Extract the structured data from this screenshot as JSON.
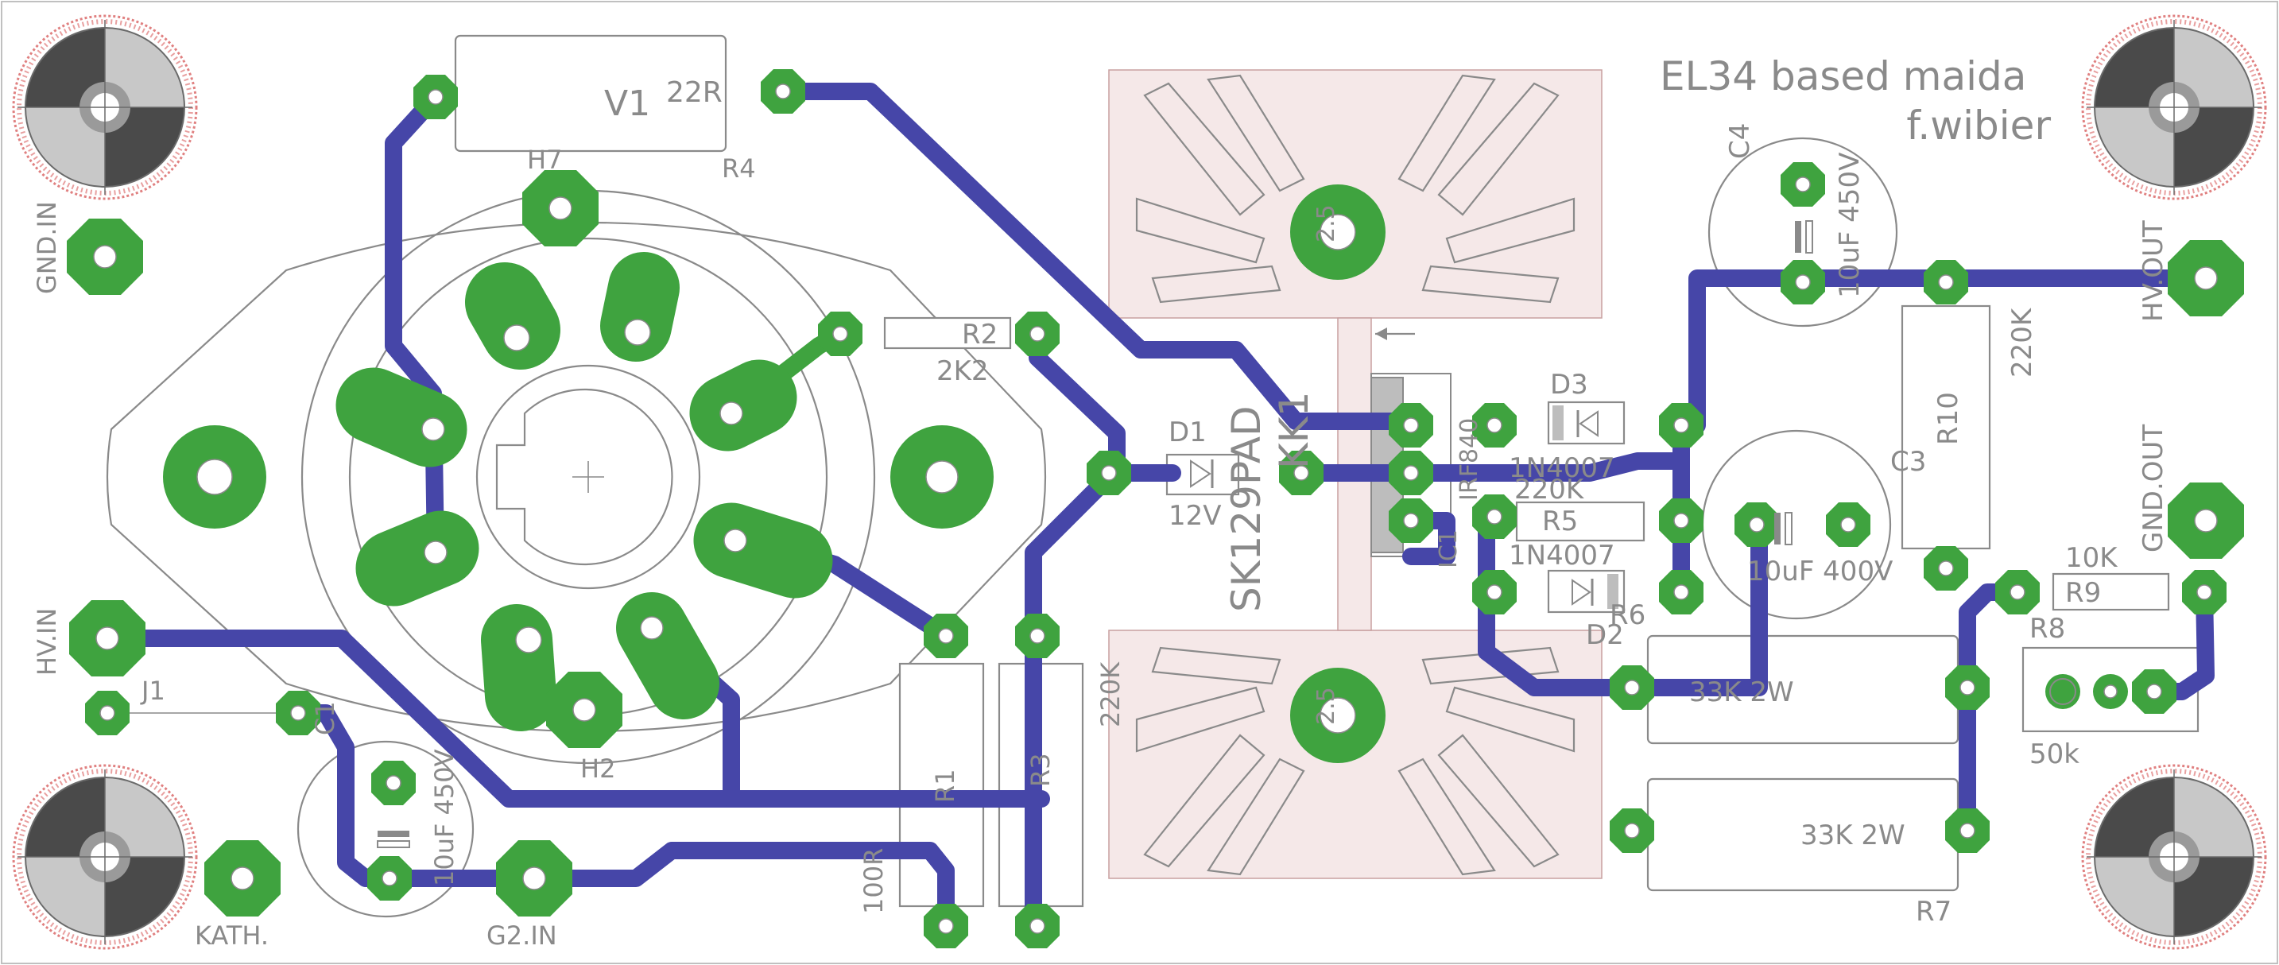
{
  "title": "EL34 based maida",
  "author": "f.wibier",
  "labels": {
    "v1": "V1",
    "r4_value": "22R",
    "r4": "R4",
    "h7": "H7",
    "gnd_in": "GND.IN",
    "hv_in": "HV.IN",
    "j1": "J1",
    "c1": "C1",
    "c1_value": "10uF 450V",
    "kath": "KATH.",
    "g2_in": "G2.IN",
    "h2": "H2",
    "r2": "R2",
    "r2_value": "2K2",
    "d1": "D1",
    "d1_value": "12V",
    "sk_pad": "SK129PAD",
    "kk1": "KK1",
    "r1": "R1",
    "r1_value": "100R",
    "r3": "R3",
    "r3_value": "220K",
    "hs_top": "2.5",
    "hs_bottom": "2.5",
    "d3": "D3",
    "d3_value": "1N4007",
    "ic1": "IC1",
    "ic1_value": "IRF840",
    "r5": "R5",
    "r5_value": "220K",
    "d2": "D2",
    "d2_value": "1N4007",
    "r6": "R6",
    "r6_value": "33K 2W",
    "r7": "R7",
    "r7_value": "33K 2W",
    "c4": "C4",
    "c4_value": "10uF 450V",
    "c3": "C3",
    "c3_value": "10uF 400V",
    "r10": "R10",
    "r10_value": "220K",
    "hv_out": "HV.OUT",
    "gnd_out": "GND.OUT",
    "r9": "R9",
    "r9_value": "10K",
    "r8": "R8",
    "r8_value": "50k"
  }
}
